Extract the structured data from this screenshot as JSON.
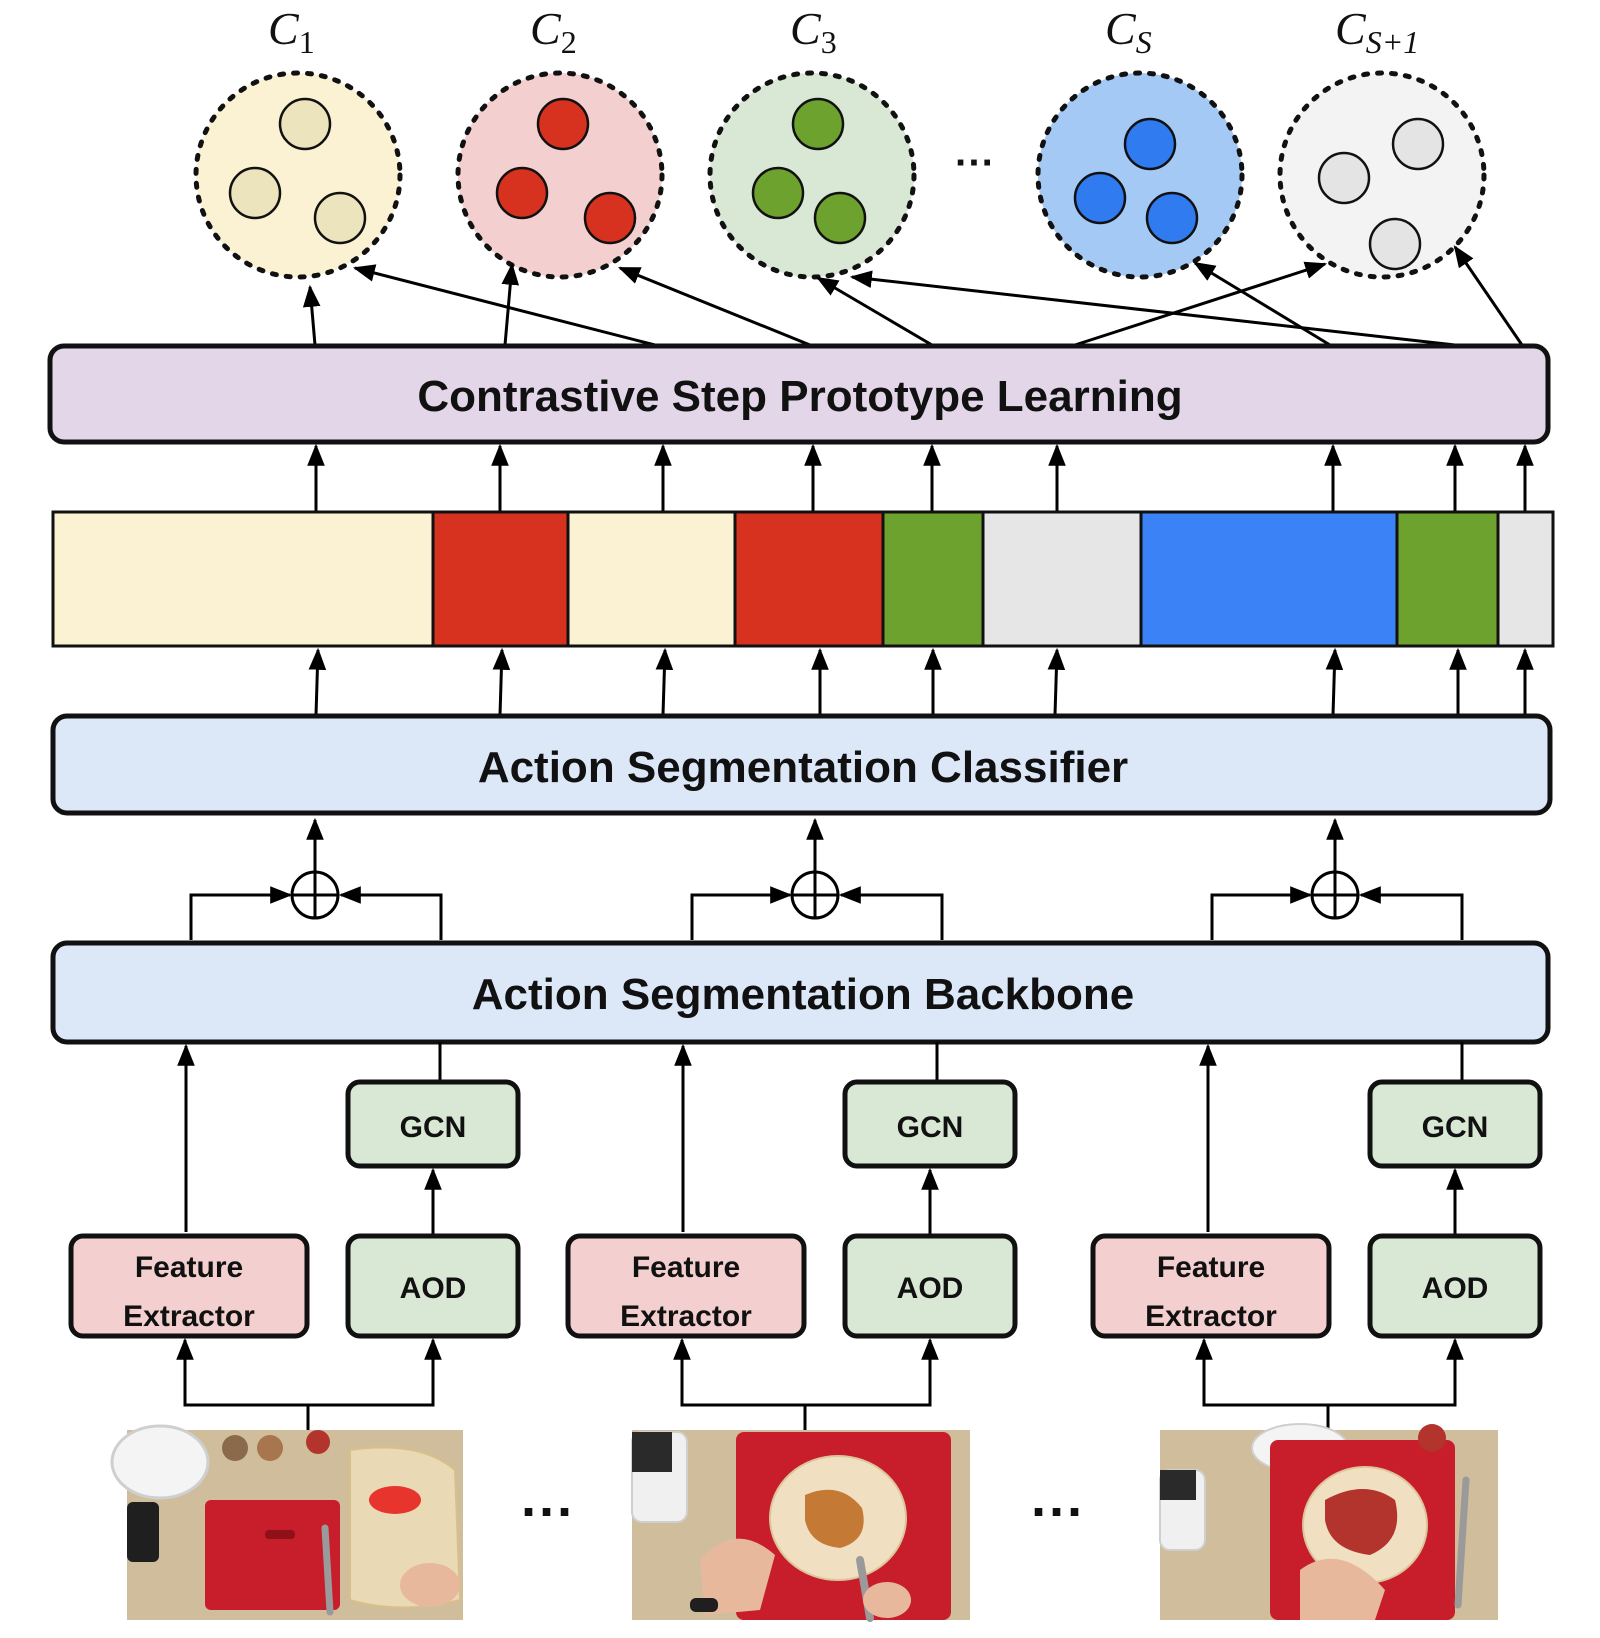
{
  "colors": {
    "cluster_yellow": "#fbf2d4",
    "cluster_red": "#f3d0cf",
    "cluster_green": "#d9e7d5",
    "cluster_blue": "#a5c9f5",
    "cluster_gray": "#f3f3f3",
    "proto_yellow": "#ebe4bd",
    "proto_red": "#d6321f",
    "proto_green": "#6ea22f",
    "proto_blue": "#2f7bef",
    "proto_gray": "#e4e4e4",
    "contrastive_box": "#e2d6e8",
    "blue_box": "#dce8f8",
    "feature_box": "#f3d0cf",
    "green_box": "#d9e7d5",
    "seg_yellow": "#fbf2d4",
    "seg_red": "#d6321f",
    "seg_green": "#6ea22f",
    "seg_blue": "#3b82f6",
    "seg_gray": "#e6e6e6"
  },
  "clusters": [
    {
      "base": "C",
      "sub": "1",
      "color_key": "yellow"
    },
    {
      "base": "C",
      "sub": "2",
      "color_key": "red"
    },
    {
      "base": "C",
      "sub": "3",
      "color_key": "green"
    },
    {
      "base": "C",
      "sub": "S",
      "color_key": "blue"
    },
    {
      "base": "C",
      "sub": "S+1",
      "color_key": "gray"
    }
  ],
  "cluster_ellipsis": "···",
  "modules": {
    "contrastive": "Contrastive Step Prototype Learning",
    "classifier": "Action Segmentation Classifier",
    "backbone": "Action Segmentation Backbone"
  },
  "segments": [
    "yellow",
    "red",
    "yellow",
    "red",
    "green",
    "gray",
    "blue",
    "green",
    "gray"
  ],
  "branches": [
    {
      "feature_line1": "Feature",
      "feature_line2": "Extractor",
      "aod": "AOD",
      "gcn": "GCN"
    },
    {
      "feature_line1": "Feature",
      "feature_line2": "Extractor",
      "aod": "AOD",
      "gcn": "GCN"
    },
    {
      "feature_line1": "Feature",
      "feature_line2": "Extractor",
      "aod": "AOD",
      "gcn": "GCN"
    }
  ],
  "frame_ellipsis": "···",
  "frames": [
    {
      "scene": "cutting-board-with-tortilla-bag-icon"
    },
    {
      "scene": "tortilla-with-peanut-butter-icon"
    },
    {
      "scene": "tortilla-with-jam-icon"
    }
  ]
}
